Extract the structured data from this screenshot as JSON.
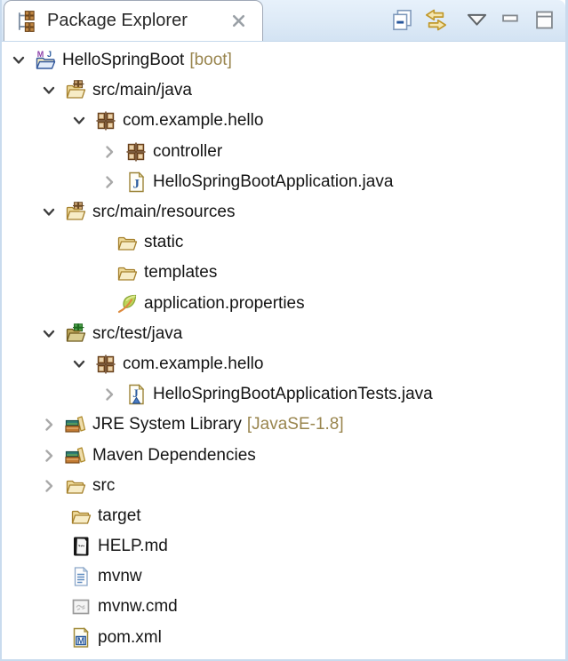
{
  "view": {
    "tab": {
      "title": "Package Explorer",
      "icon": "package-explorer"
    },
    "toolbar": [
      {
        "name": "collapse-all-button",
        "icon": "collapse-all-icon",
        "sym": "collapse-all"
      },
      {
        "name": "link-with-editor-button",
        "icon": "link-with-editor-icon",
        "sym": "link-editor"
      },
      {
        "name": "view-menu-button",
        "icon": "view-menu-icon",
        "sym": "view-menu",
        "spaced": true
      },
      {
        "name": "minimize-button",
        "icon": "minimize-icon",
        "sym": "minimize"
      },
      {
        "name": "maximize-button",
        "icon": "maximize-icon",
        "sym": "maximize"
      }
    ]
  },
  "colors": {
    "decorator_text": "#99854e",
    "tree_text": "#141414",
    "header_background": "#dce9f6",
    "view_border": "#c9dbee"
  },
  "tree": [
    {
      "level": 1,
      "expand": "expanded",
      "icon": "maven-project",
      "label": "HelloSpringBoot",
      "decorator": "[boot]"
    },
    {
      "level": 2,
      "expand": "expanded",
      "icon": "source-folder",
      "label": "src/main/java"
    },
    {
      "level": 3,
      "expand": "expanded",
      "icon": "package",
      "label": "com.example.hello"
    },
    {
      "level": 4,
      "expand": "collapsed",
      "icon": "package",
      "label": "controller"
    },
    {
      "level": 4,
      "expand": "collapsed",
      "icon": "java-file",
      "label": "HelloSpringBootApplication.java"
    },
    {
      "level": 2,
      "expand": "expanded",
      "icon": "source-folder",
      "label": "src/main/resources"
    },
    {
      "level": 3,
      "expand": null,
      "icon": "folder",
      "label": "static"
    },
    {
      "level": 3,
      "expand": null,
      "icon": "folder",
      "label": "templates"
    },
    {
      "level": 3,
      "expand": null,
      "icon": "spring-leaf",
      "label": "application.properties"
    },
    {
      "level": 2,
      "expand": "expanded",
      "icon": "test-source-folder",
      "label": "src/test/java"
    },
    {
      "level": 3,
      "expand": "expanded",
      "icon": "package",
      "label": "com.example.hello"
    },
    {
      "level": 4,
      "expand": "collapsed",
      "icon": "java-test-file",
      "label": "HelloSpringBootApplicationTests.java"
    },
    {
      "level": 2,
      "expand": "collapsed",
      "icon": "library",
      "label": "JRE System Library",
      "decorator": "[JavaSE-1.8]"
    },
    {
      "level": 2,
      "expand": "collapsed",
      "icon": "library",
      "label": "Maven Dependencies"
    },
    {
      "level": 2,
      "expand": "collapsed",
      "icon": "folder",
      "label": "src"
    },
    {
      "level": 2,
      "expand": null,
      "icon": "folder",
      "label": "target"
    },
    {
      "level": 2,
      "expand": null,
      "icon": "markdown-file",
      "label": "HELP.md"
    },
    {
      "level": 2,
      "expand": null,
      "icon": "text-file",
      "label": "mvnw"
    },
    {
      "level": 2,
      "expand": null,
      "icon": "cmd-file",
      "label": "mvnw.cmd"
    },
    {
      "level": 2,
      "expand": null,
      "icon": "pom-file",
      "label": "pom.xml"
    }
  ]
}
